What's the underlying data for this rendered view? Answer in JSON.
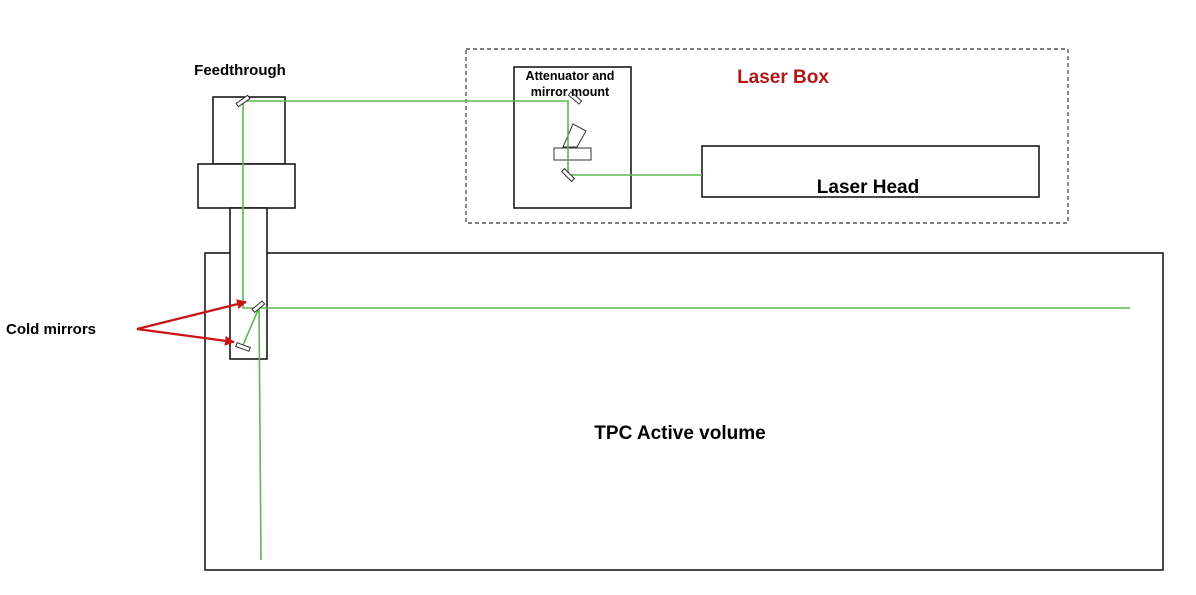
{
  "labels": {
    "feedthrough": "Feedthrough",
    "attenuator_line1": "Attenuator and",
    "attenuator_line2": "mirror mount",
    "laser_box": "Laser Box",
    "laser_head": "Laser Head",
    "cold_mirrors": "Cold mirrors",
    "tpc_volume": "TPC Active volume"
  },
  "colors": {
    "beam": "#5cb84f",
    "laser_box_label": "#b01818",
    "arrow": "#c81414",
    "outline": "#1a1a1a",
    "dashed_border": "#555555"
  }
}
